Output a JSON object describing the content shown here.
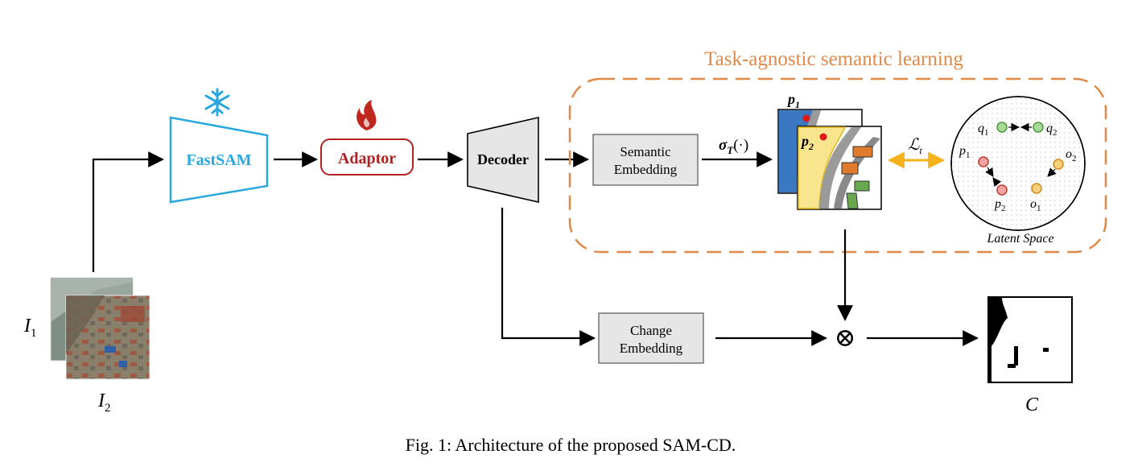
{
  "inputs": {
    "image1_label": "I",
    "image1_sub": "1",
    "image2_label": "I",
    "image2_sub": "2"
  },
  "blocks": {
    "fastsam": "FastSAM",
    "adaptor": "Adaptor",
    "decoder": "Decoder",
    "semantic_embedding_line1": "Semantic",
    "semantic_embedding_line2": "Embedding",
    "change_embedding_line1": "Change",
    "change_embedding_line2": "Embedding"
  },
  "region": {
    "title": "Task-agnostic semantic learning"
  },
  "labels": {
    "sigma_main": "σ",
    "sigma_sub": "T",
    "sigma_args": "(·)",
    "loss_main": "ℒ",
    "loss_sub": "t",
    "p1_main": "p",
    "p1_sub": "1",
    "p2_main": "p",
    "p2_sub": "2",
    "multiply": "⊗",
    "output": "C"
  },
  "latent_space": {
    "caption": "Latent Space",
    "points": [
      {
        "main": "q",
        "sub": "1"
      },
      {
        "main": "q",
        "sub": "2"
      },
      {
        "main": "p",
        "sub": "1"
      },
      {
        "main": "p",
        "sub": "2"
      },
      {
        "main": "o",
        "sub": "2"
      },
      {
        "main": "o",
        "sub": "1"
      }
    ]
  },
  "icons": {
    "frozen": "snowflake-icon",
    "trainable": "flame-icon"
  },
  "colors": {
    "fastsam": "#29a8df",
    "adaptor": "#b22222",
    "region_border": "#e08a4a",
    "loss_arrow": "#f5b21a",
    "block_fill": "#e6e6e6"
  },
  "caption": "Fig. 1: Architecture of the proposed SAM-CD."
}
